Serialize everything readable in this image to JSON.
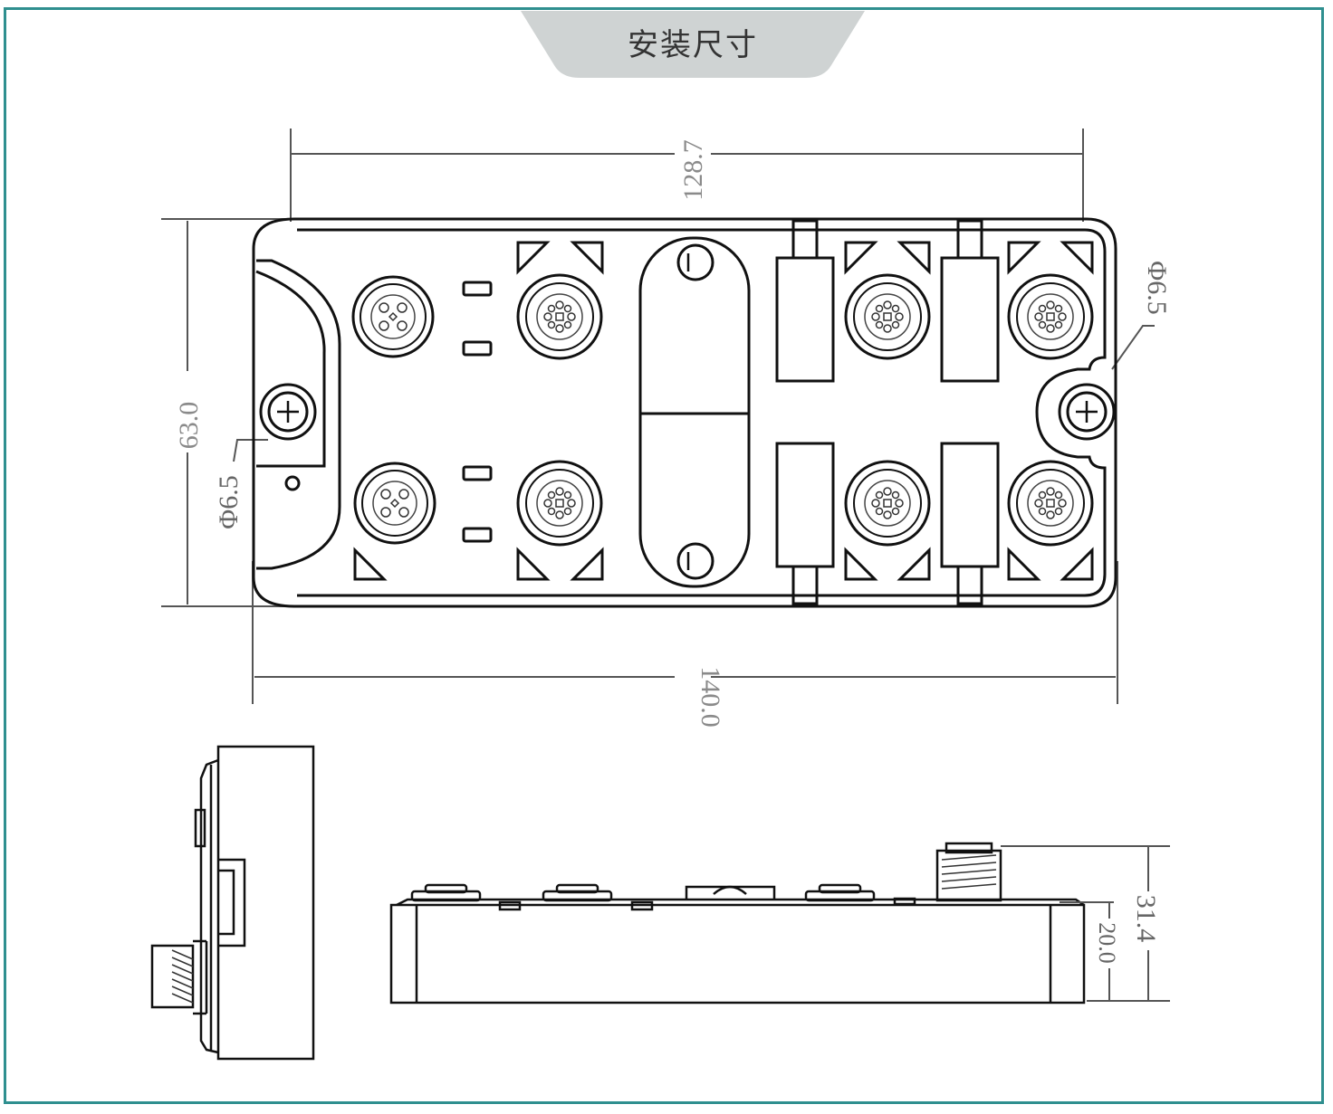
{
  "header": {
    "title": "安装尺寸"
  },
  "dimensions": {
    "top_width": "128.7",
    "bottom_width": "140.0",
    "height": "63.0",
    "hole_left": "Φ6.5",
    "hole_right": "Φ6.5",
    "side_total": "31.4",
    "side_body": "20.0"
  },
  "colors": {
    "frame": "#2f8f8f",
    "tab": "#cfd3d3",
    "line": "#111111",
    "dimension": "#8a8a8a"
  }
}
